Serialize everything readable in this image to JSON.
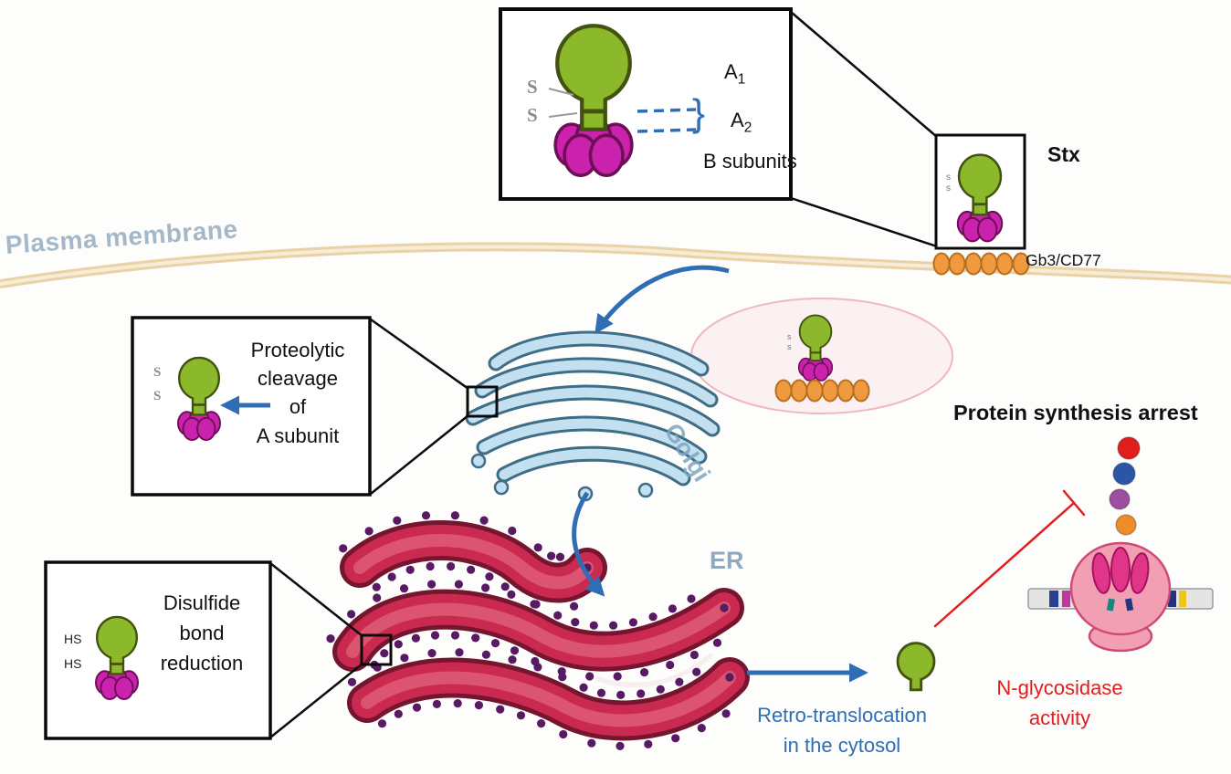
{
  "labels": {
    "plasma_membrane": "Plasma membrane",
    "stx": "Stx",
    "gb3": "Gb3/CD77",
    "a_base": "A",
    "a1_sub": "1",
    "a2_sub": "2",
    "brace": "}",
    "b_subunits": "B subunits",
    "s": "S",
    "s_small": "s",
    "hs": "HS",
    "golgi": "Golgi",
    "er": "ER",
    "protein_arrest": "Protein synthesis arrest",
    "proteolytic_lines": [
      "Proteolytic",
      "cleavage",
      "of",
      "A subunit"
    ],
    "disulfide_lines": [
      "Disulfide",
      "bond",
      "reduction"
    ],
    "retro_lines": [
      "Retro-translocation",
      "in the cytosol"
    ],
    "nglyco_lines": [
      "N-glycosidase",
      "activity"
    ]
  },
  "colors": {
    "a_subunit_green": "#8cb82b",
    "b_subunit_magenta": "#cb22ad",
    "gb3_orange": "#f09a40",
    "membrane_tan": "#e9d2a6",
    "golgi_blue": "#c2e0ef",
    "er_red": "#cb2a50",
    "er_ribosome_purple": "#571a63",
    "arrow_blue": "#2f6db5",
    "inhibition_red": "#e21d1d",
    "organelle_label_blue": "#8fa9bf"
  },
  "ribosome_figure": {
    "mrna_colors": [
      "#2b3f93",
      "#c2379c",
      "#17877f",
      "#8a1b2e",
      "#e3d200",
      "#cf2020",
      "#e3d200",
      "#26337f",
      "#f0c419"
    ],
    "chain_colors": [
      "#ef8b28",
      "#9c4f9e",
      "#2a56a8",
      "#e21d1d"
    ]
  }
}
